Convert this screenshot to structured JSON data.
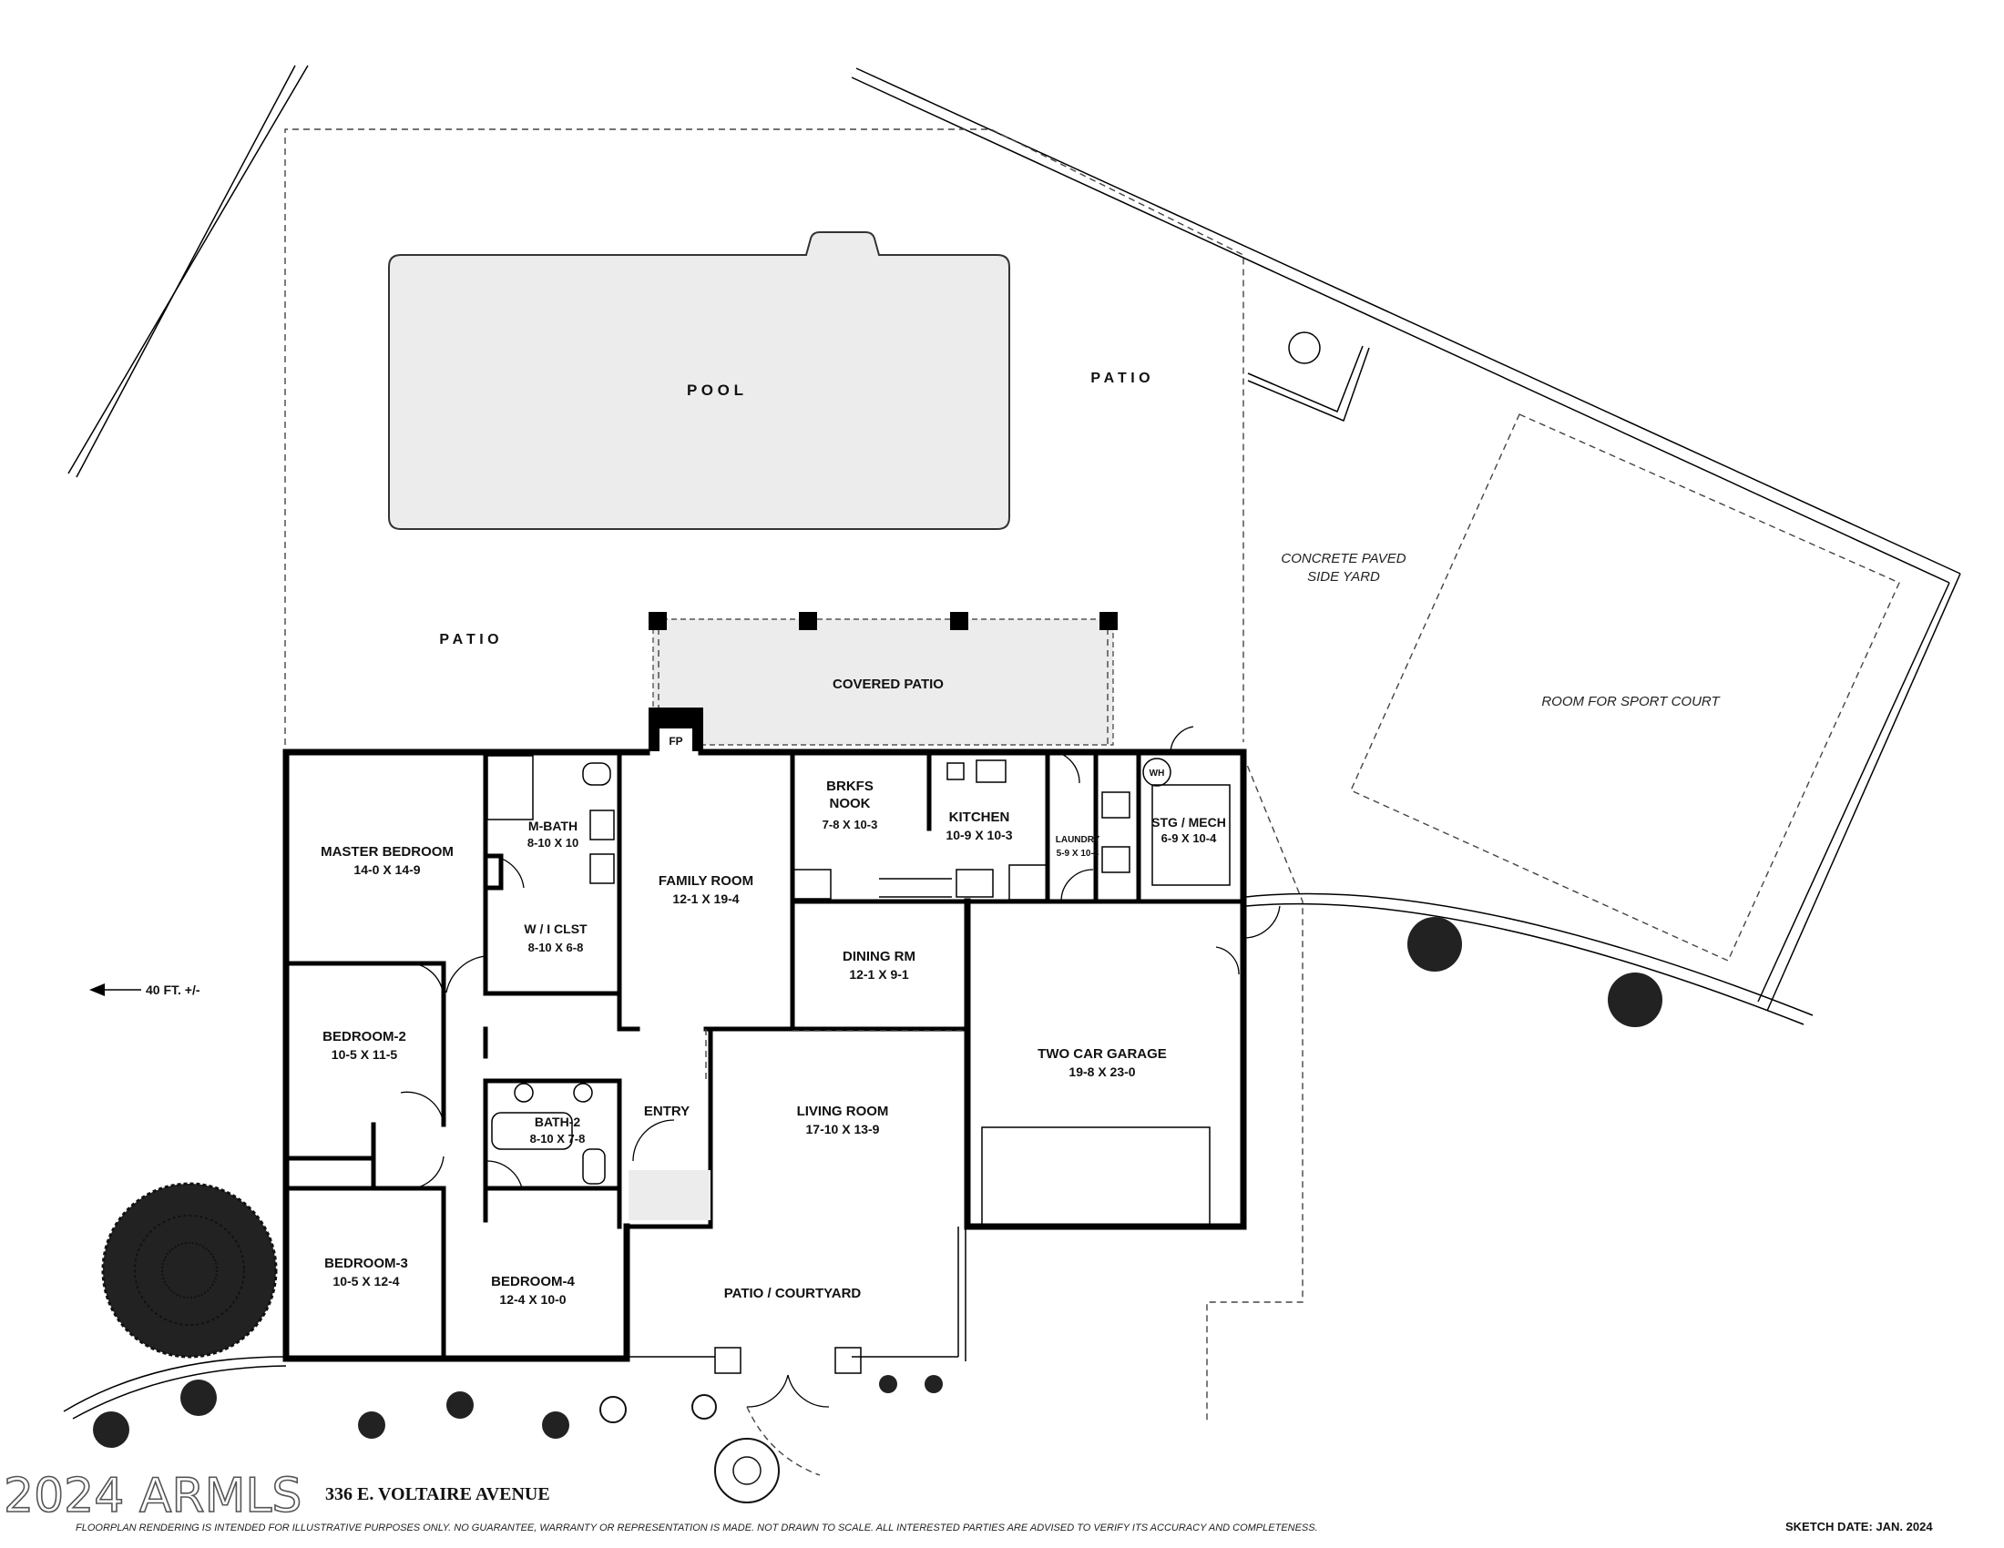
{
  "areas": {
    "pool": "P O O L",
    "patio_top": "P A T I O",
    "patio_left": "P A T I O",
    "covered_patio": "COVERED PATIO",
    "side_yard_1": "CONCRETE PAVED",
    "side_yard_2": "SIDE YARD",
    "sport_court": "ROOM FOR SPORT COURT",
    "patio_courtyard": "PATIO / COURTYARD",
    "entry": "ENTRY",
    "fireplace": "FP",
    "water_heater": "WH"
  },
  "rooms": [
    {
      "id": "master-bedroom",
      "name": "MASTER BEDROOM",
      "dims": "14-0  X  14-9"
    },
    {
      "id": "m-bath",
      "name": "M-BATH",
      "dims": "8-10 X 10"
    },
    {
      "id": "walk-in-closet",
      "name": "W / I  CLST",
      "dims": "8-10 X 6-8"
    },
    {
      "id": "family-room",
      "name": "FAMILY ROOM",
      "dims": "12-1  X  19-4"
    },
    {
      "id": "breakfast-nook",
      "name": "BRKFS",
      "name2": "NOOK",
      "dims": "7-8 X 10-3"
    },
    {
      "id": "kitchen",
      "name": "KITCHEN",
      "dims": "10-9 X 10-3"
    },
    {
      "id": "laundry",
      "name": "LAUNDRY",
      "dims": "5-9 X 10-3"
    },
    {
      "id": "storage-mech",
      "name": "STG / MECH",
      "dims": "6-9 X 10-4"
    },
    {
      "id": "dining-room",
      "name": "DINING RM",
      "dims": "12-1  X  9-1"
    },
    {
      "id": "living-room",
      "name": "LIVING ROOM",
      "dims": "17-10  X  13-9"
    },
    {
      "id": "two-car-garage",
      "name": "TWO CAR GARAGE",
      "dims": "19-8  X  23-0"
    },
    {
      "id": "bedroom-2",
      "name": "BEDROOM-2",
      "dims": "10-5  X  11-5"
    },
    {
      "id": "bath-2",
      "name": "BATH-2",
      "dims": "8-10 X 7-8"
    },
    {
      "id": "bedroom-3",
      "name": "BEDROOM-3",
      "dims": "10-5  X  12-4"
    },
    {
      "id": "bedroom-4",
      "name": "BEDROOM-4",
      "dims": "12-4  X  10-0"
    }
  ],
  "distance_marker": "40 FT. +/-",
  "address": "336 E. VOLTAIRE AVENUE",
  "watermark": "2024 ARMLS",
  "disclaimer": "FLOORPLAN RENDERING IS INTENDED FOR ILLUSTRATIVE PURPOSES ONLY.  NO GUARANTEE, WARRANTY OR REPRESENTATION IS MADE.  NOT DRAWN TO SCALE.  ALL INTERESTED PARTIES ARE ADVISED TO VERIFY ITS ACCURACY AND COMPLETENESS.",
  "sketch_date": "SKETCH DATE:   JAN. 2024",
  "colors": {
    "fill": "#ececec",
    "wall": "#000000",
    "ink": "#111111"
  }
}
